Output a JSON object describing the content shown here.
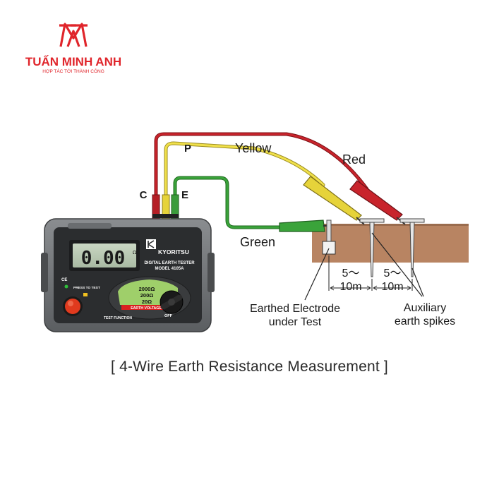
{
  "logo": {
    "brand": "TUẤN MINH ANH",
    "tagline": "HỢP TÁC TỚI THÀNH CÔNG",
    "mark_color": "#e0252b"
  },
  "tester": {
    "display": "0.00",
    "display_unit": "Ω",
    "brand": "KYORITSU",
    "product_line1": "DIGITAL EARTH TESTER",
    "product_line2": "MODEL 4105A",
    "ce_mark": "CE",
    "press_to_test": "PRESS TO TEST",
    "range_2000": "2000Ω",
    "range_200": "200Ω",
    "range_20": "20Ω",
    "earth_voltage": "EARTH VOLTAGE",
    "off": "OFF",
    "test_function": "TEST FUNCTION"
  },
  "terminals": {
    "c": "C",
    "p": "P",
    "e": "E"
  },
  "leads": {
    "yellow": "Yellow",
    "red": "Red",
    "green": "Green",
    "yellow_color": "#f0e04a",
    "red_color": "#c8242c",
    "green_color": "#3aa33a"
  },
  "ground": {
    "dist1_a": "5～",
    "dist1_b": "10m",
    "dist2_a": "5～",
    "dist2_b": "10m",
    "electrode_label_1": "Earthed Electrode",
    "electrode_label_2": "under Test",
    "spikes_label_1": "Auxiliary",
    "spikes_label_2": "earth spikes",
    "soil_color": "#b88462"
  },
  "caption": "[ 4-Wire Earth Resistance Measurement ]"
}
